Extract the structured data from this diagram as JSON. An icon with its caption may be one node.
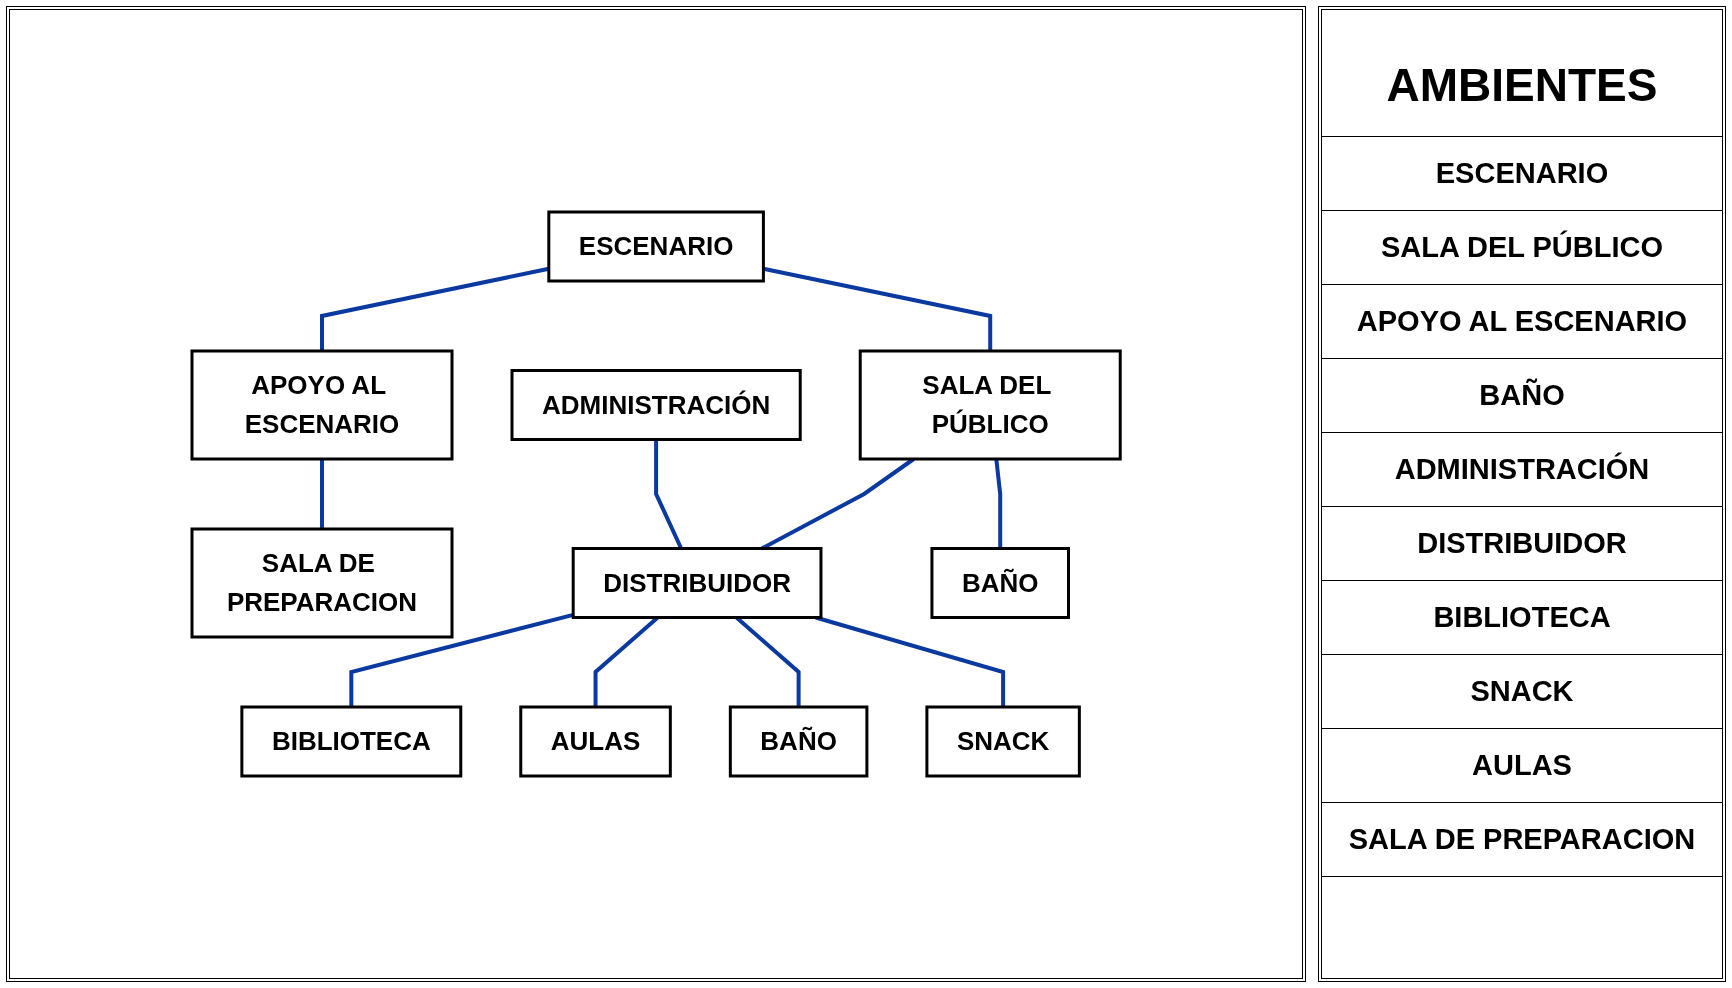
{
  "diagram": {
    "nodes": [
      {
        "text": [
          "ESCENARIO"
        ]
      },
      {
        "text": [
          "APOYO AL ESCENARIO"
        ]
      },
      {
        "text": [
          "ADMINISTRACIÓN"
        ]
      },
      {
        "text": [
          "SALA DEL PÚBLICO"
        ]
      },
      {
        "text": [
          "SALA DE PREPARACION"
        ]
      },
      {
        "text": [
          "BAÑO"
        ]
      },
      {
        "text": [
          "DISTRIBUIDOR"
        ]
      },
      {
        "text": [
          "BIBLIOTECA"
        ]
      },
      {
        "text": [
          "AULAS"
        ]
      },
      {
        "text": [
          "SNACK"
        ]
      },
      {
        "text": [
          "BAÑO"
        ]
      }
    ],
    "edges": [
      {
        "from": 0,
        "to": 1,
        "arrow": "none"
      },
      {
        "from": 0,
        "to": 3,
        "arrow": "none"
      },
      {
        "from": 1,
        "to": 4,
        "arrow": "none"
      },
      {
        "from": 2,
        "to": 6,
        "arrow": "none"
      },
      {
        "from": 3,
        "to": 6,
        "arrow": "none"
      },
      {
        "from": 3,
        "to": 5,
        "arrow": "none"
      },
      {
        "from": 6,
        "to": 7,
        "arrow": "none"
      },
      {
        "from": 6,
        "to": 8,
        "arrow": "none"
      },
      {
        "from": 6,
        "to": 10,
        "arrow": "none"
      },
      {
        "from": 6,
        "to": 9,
        "arrow": "none"
      }
    ],
    "labels": [
      "AMBIENTES",
      "ESCENARIO",
      "SALA DEL PÚBLICO",
      "APOYO AL ESCENARIO",
      "BAÑO",
      "ADMINISTRACIÓN",
      "DISTRIBUIDOR",
      "BIBLIOTECA",
      "SNACK",
      "AULAS",
      "SALA DE PREPARACION"
    ]
  }
}
